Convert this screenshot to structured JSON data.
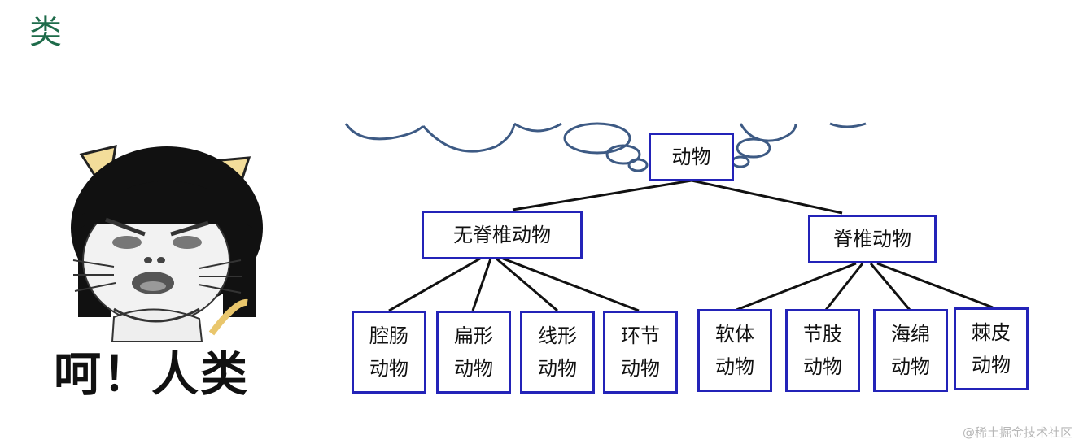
{
  "page_title": "类",
  "meme": {
    "caption": "呵！人类"
  },
  "diagram": {
    "root": "动物",
    "branches": [
      {
        "label": "无脊椎动物",
        "children": [
          "腔肠动物",
          "扁形动物",
          "线形动物",
          "环节动物"
        ]
      },
      {
        "label": "脊椎动物",
        "children": [
          "软体动物",
          "节肢动物",
          "海绵动物",
          "棘皮动物"
        ]
      }
    ]
  },
  "watermark": "@稀土掘金技术社区",
  "colors": {
    "box_border": "#2323b8",
    "title": "#1e6b4a",
    "cloud": "#3d5a84"
  }
}
